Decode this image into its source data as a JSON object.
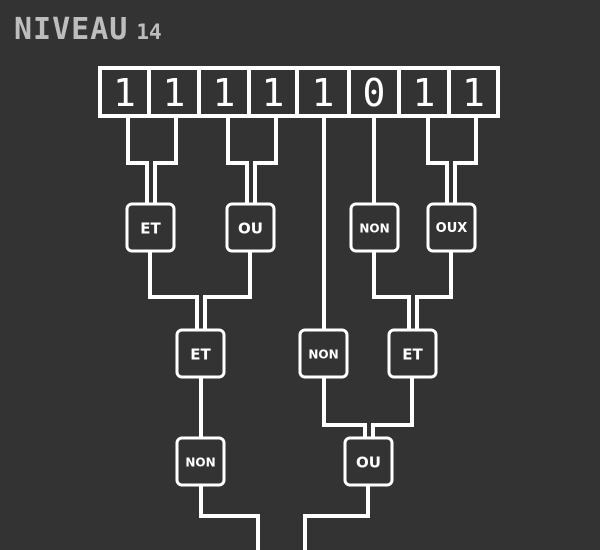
{
  "level": {
    "label": "NIVEAU",
    "number": "14"
  },
  "colors": {
    "background": "#333333",
    "wire": "#ffffff",
    "title": "#bdbdbd"
  },
  "bits": [
    {
      "id": "b1",
      "value": "1"
    },
    {
      "id": "b2",
      "value": "1"
    },
    {
      "id": "b3",
      "value": "1"
    },
    {
      "id": "b4",
      "value": "1"
    },
    {
      "id": "b5",
      "value": "1"
    },
    {
      "id": "b6",
      "value": "0"
    },
    {
      "id": "b7",
      "value": "1"
    },
    {
      "id": "b8",
      "value": "1"
    }
  ],
  "gates": [
    {
      "id": "g1",
      "label": "ET",
      "inputs": [
        "b1",
        "b2"
      ]
    },
    {
      "id": "g2",
      "label": "OU",
      "inputs": [
        "b3",
        "b4"
      ]
    },
    {
      "id": "g3",
      "label": "NON",
      "inputs": [
        "b6"
      ]
    },
    {
      "id": "g4",
      "label": "OUX",
      "inputs": [
        "b7",
        "b8"
      ]
    },
    {
      "id": "g5",
      "label": "ET",
      "inputs": [
        "g1",
        "g2"
      ]
    },
    {
      "id": "g6",
      "label": "NON",
      "inputs": [
        "b5"
      ]
    },
    {
      "id": "g7",
      "label": "ET",
      "inputs": [
        "g3",
        "g4"
      ]
    },
    {
      "id": "g8",
      "label": "NON",
      "inputs": [
        "g5"
      ]
    },
    {
      "id": "g9",
      "label": "OU",
      "inputs": [
        "g6",
        "g7"
      ]
    }
  ],
  "outputs": [
    "g8",
    "g9"
  ]
}
